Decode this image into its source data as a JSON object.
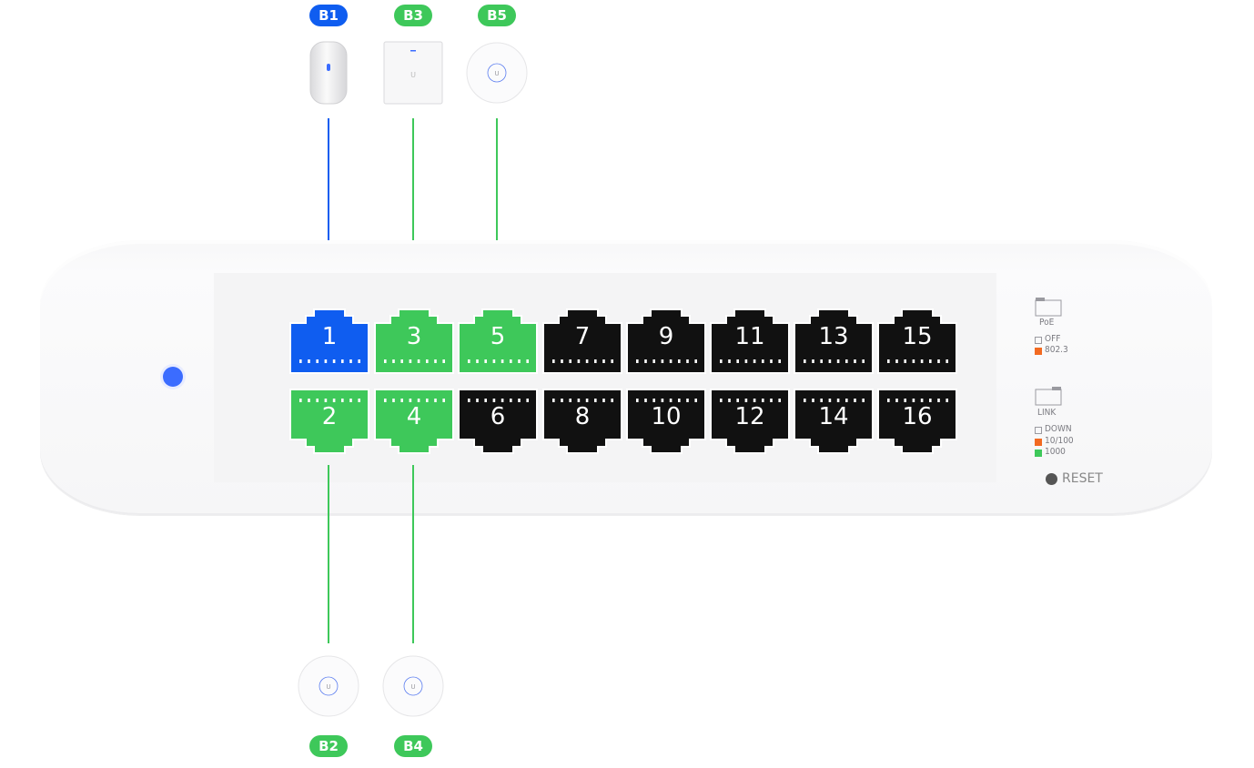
{
  "colors": {
    "blue": "#0f5df0",
    "green": "#3ec85a",
    "black": "#111111",
    "legend_orange": "#f26a21",
    "legend_green": "#3ec85a"
  },
  "badges": [
    {
      "label": "B1",
      "color": "blue"
    },
    {
      "label": "B3",
      "color": "green"
    },
    {
      "label": "B5",
      "color": "green"
    },
    {
      "label": "B2",
      "color": "green"
    },
    {
      "label": "B4",
      "color": "green"
    }
  ],
  "ports": [
    {
      "number": "1",
      "state": "blue"
    },
    {
      "number": "3",
      "state": "green"
    },
    {
      "number": "5",
      "state": "green"
    },
    {
      "number": "7",
      "state": "black"
    },
    {
      "number": "9",
      "state": "black"
    },
    {
      "number": "11",
      "state": "black"
    },
    {
      "number": "13",
      "state": "black"
    },
    {
      "number": "15",
      "state": "black"
    },
    {
      "number": "2",
      "state": "green"
    },
    {
      "number": "4",
      "state": "green"
    },
    {
      "number": "6",
      "state": "black"
    },
    {
      "number": "8",
      "state": "black"
    },
    {
      "number": "10",
      "state": "black"
    },
    {
      "number": "12",
      "state": "black"
    },
    {
      "number": "14",
      "state": "black"
    },
    {
      "number": "16",
      "state": "black"
    }
  ],
  "legend": {
    "poe_title": "PoE",
    "poe_off": "OFF",
    "poe_8023": "802.3",
    "link_title": "LINK",
    "link_down": "DOWN",
    "link_10_100": "10/100",
    "link_1000": "1000"
  },
  "reset_label": "RESET"
}
